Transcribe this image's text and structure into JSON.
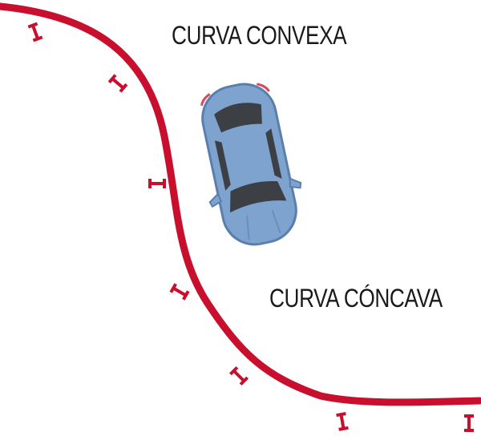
{
  "labels": {
    "convex": "CURVA CONVEXA",
    "concave": "CURVA CÓNCAVA"
  },
  "colors": {
    "road_line": "#c8102e",
    "car_body": "#7ea3cf",
    "car_outline": "#5a7fae",
    "car_glass": "#3c3f44",
    "background": "#ffffff"
  },
  "icons": {
    "road_marker": "i-beam-marker",
    "vehicle": "car-top-view"
  }
}
